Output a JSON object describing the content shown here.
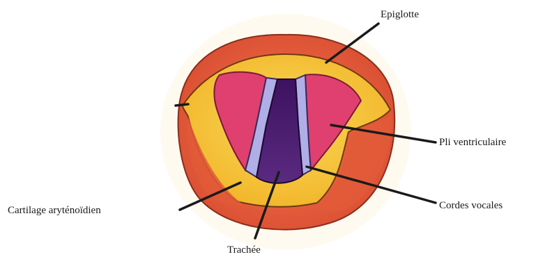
{
  "labels": {
    "epiglotte": "Epiglotte",
    "pli_ventriculaire": "Pli ventriculaire",
    "cordes_vocales": "Cordes vocales",
    "cartilage": "Cartilage aryténoïdien",
    "trachee": "Trachée"
  },
  "colors": {
    "outer_ring": "#e8603f",
    "outer_ring_dark": "#c8442a",
    "yellow_band": "#f7c531",
    "pink_fold": "#e0406f",
    "vocal_cord": "#b0aee6",
    "trachea": "#4a1a6e",
    "leader_line": "#1a1a1a"
  }
}
